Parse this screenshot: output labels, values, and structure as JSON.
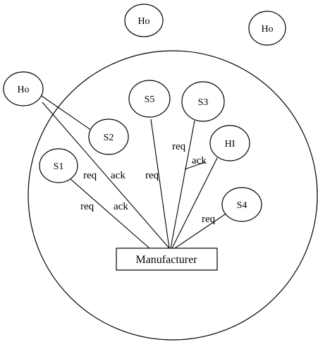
{
  "colors": {
    "stroke": "#000000",
    "background": "#ffffff"
  },
  "nodes": {
    "ho_top": "Ho",
    "ho_right": "Ho",
    "ho_left": "Ho",
    "s1": "S1",
    "s2": "S2",
    "s3": "S3",
    "s4": "S4",
    "s5": "S5",
    "hi": "HI",
    "manufacturer": "Manufacturer"
  },
  "edge_labels": {
    "req_s1_upper": "req",
    "ack_ho_upper": "ack",
    "req_s1_lower": "req",
    "ack_ho_lower": "ack",
    "req_s5": "req",
    "req_s3": "req",
    "ack_hi": "ack",
    "req_s4": "req"
  }
}
